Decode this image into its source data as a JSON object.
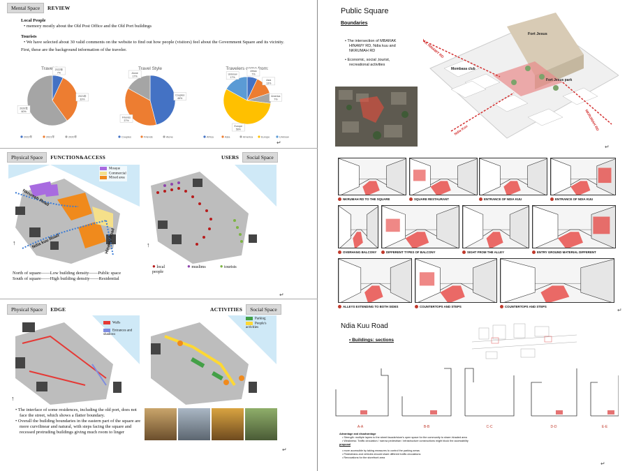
{
  "left": {
    "sec1": {
      "tab1": "Mental Space",
      "tab2": "REVIEW",
      "local_title": "Local People",
      "local_bullet": "memory mostly about the Old Post Office and the Old Port buildings",
      "tourist_title": "Tourists",
      "tourist_bullet": "We have selected about 30 valid comments on the website to find out how people (visitors) feel about the Government Square and its vicinity.",
      "intro": "First, these are the background information of the traveler."
    },
    "sec2": {
      "tab1": "Physical Space",
      "tab2": "FUNCTION&ACCESS",
      "tab3": "USERS",
      "tab4": "Social Space",
      "legend": [
        {
          "label": "Mosque",
          "color": "#a86be0"
        },
        {
          "label": "Commercial",
          "color": "#f5e08a"
        },
        {
          "label": "Mixed area",
          "color": "#f08a1c"
        }
      ],
      "road1": "Nkrumah Road",
      "road2": "Ndia kuu Road",
      "road3": "Hinawy Road",
      "text1": "North of square——Low building density——Public space",
      "text2": "South of square——High building density——Residential",
      "users_legend": [
        {
          "label": "local people",
          "color": "#b71c1c"
        },
        {
          "label": "muslims",
          "color": "#8e44ad"
        },
        {
          "label": "tourists",
          "color": "#7cb342"
        }
      ]
    },
    "sec3": {
      "tab1": "Physical Space",
      "tab2": "EDGE",
      "tab3": "ACTIVITIES",
      "tab4": "Social Space",
      "legend_walls": "Walls",
      "legend_entr": "Entrances and shadows",
      "legend_parking": "Parking",
      "legend_people": "People's activities",
      "bullet1": "The interface of some residences, including the old port, does not face the street, which shows a flatter boundary.",
      "bullet2": "Overall the building boundaries in the eastern part of the square are more curvilinear and natural, with steps facing the square and recessed protruding buildings giving much room to linger"
    }
  },
  "right": {
    "title1": "Public Square",
    "boundaries": "Boundaries",
    "b1": "The intersection of MBARAK HINAWY RD, Ndia kuu and NKRUMAH RD",
    "b2": "Economic, social ,tourist, recreational activities",
    "labels": {
      "fort": "Fort Jesus",
      "club": "Mombasa club",
      "park": "Fort Jesus park",
      "mbarak": "MBARAK HINAWY RD",
      "ndia": "Ndia Kuu",
      "nkrumah": "NKRUMAH RD"
    },
    "captions": [
      "NKRUMAH RD TO THE SQUARE",
      "SQUARE RESTAURANT",
      "ENTRANCE OF NDIA KUU",
      "ENTRANCE OF NDIA KUU",
      "OVERHANG BALCONY",
      "DIFFERENT TYPES OF BALCONY",
      "SIGHT FROM THE ALLEY",
      "ENTRY GROUND MATERIAL DIFFERENT",
      "ALLEYS EXTENDING TO BOTH SIDES",
      "COUNTERTOPS AND STEPS",
      "COUNTERTOPS AND STEPS"
    ],
    "title2": "Ndia Kuu Road",
    "bsec": "Buildings: sections",
    "sections": [
      "A-A",
      "B-B",
      "C-C",
      "D-D",
      "E-E"
    ],
    "adv_title": "Advantage and disadvantage",
    "adv": [
      "Strength: multiple layers to the street facade/store's open space for the community to share /shaded area",
      "Weakness: Traffic circulation / narrow pedestrian / infrastructure constructions might block the accessibility"
    ],
    "proposal": "proposal",
    "prop": [
      "more accessible by taking measures to control the parking areas",
      "Pedestrians and vehicles should share different traffic circulations",
      "Renovations for the storefront area"
    ]
  },
  "chart_data": [
    {
      "type": "pie",
      "title": "Travel time",
      "categories": [
        "2022年",
        "2021年",
        "2020年"
      ],
      "values": [
        7,
        33,
        60
      ],
      "labels": [
        "2022年 7%",
        "2021年 33%",
        "2020年 60%"
      ],
      "colors": [
        "#4472c4",
        "#ed7d31",
        "#a5a5a5"
      ]
    },
    {
      "type": "pie",
      "title": "Travel Style",
      "categories": [
        "Couples",
        "Friends",
        "Alone"
      ],
      "values": [
        46,
        37,
        17
      ],
      "labels": [
        "Couples 46%",
        "Friends 37%",
        "Alone 17%"
      ],
      "colors": [
        "#4472c4",
        "#ed7d31",
        "#a5a5a5"
      ]
    },
    {
      "type": "pie",
      "title": "Travelers come from:",
      "categories": [
        "Africa",
        "Asia",
        "America",
        "Europe",
        "Unknow"
      ],
      "values": [
        7,
        13,
        7,
        56,
        17
      ],
      "labels": [
        "Africa 7%",
        "Asia 13%",
        "America 7%",
        "Europe 56%",
        "Unknow 17%"
      ],
      "colors": [
        "#4472c4",
        "#ed7d31",
        "#a5a5a5",
        "#ffc000",
        "#5b9bd5"
      ]
    }
  ]
}
